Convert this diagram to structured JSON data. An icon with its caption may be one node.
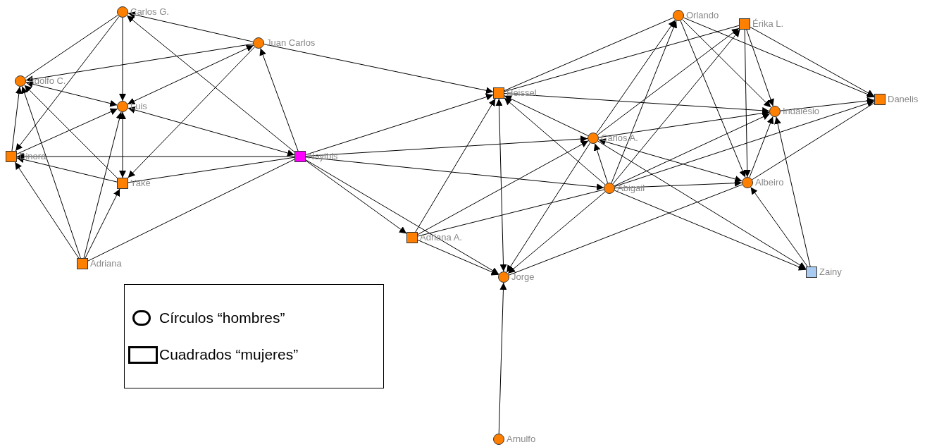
{
  "diagram": {
    "nodes": [
      {
        "text": [],
        "shape": "circle",
        "beside": [
          "Carlos G."
        ]
      },
      {
        "text": [],
        "shape": "circle",
        "beside": [
          "Juan Carlos"
        ]
      },
      {
        "text": [],
        "shape": "circle",
        "beside": [
          "Adolfo C."
        ]
      },
      {
        "text": [],
        "shape": "circle",
        "beside": [
          "Luis"
        ]
      },
      {
        "text": [],
        "shape": "box",
        "beside": [
          "Dinora"
        ]
      },
      {
        "text": [],
        "shape": "box",
        "beside": [
          "Yake"
        ]
      },
      {
        "text": [],
        "shape": "box",
        "beside": [
          "Adriana"
        ]
      },
      {
        "text": [],
        "shape": "box",
        "beside": [
          "Nayibis"
        ]
      },
      {
        "text": [],
        "shape": "box",
        "beside": [
          "Heissel"
        ]
      },
      {
        "text": [],
        "shape": "box",
        "beside": [
          "Adriana A."
        ]
      },
      {
        "text": [],
        "shape": "circle",
        "beside": [
          "Jorge"
        ]
      },
      {
        "text": [],
        "shape": "circle",
        "beside": [
          "Arnulfo"
        ]
      },
      {
        "text": [],
        "shape": "circle",
        "beside": [
          "Orlando"
        ]
      },
      {
        "text": [],
        "shape": "box",
        "beside": [
          "Érika L."
        ]
      },
      {
        "text": [],
        "shape": "box",
        "beside": [
          "Danelis"
        ]
      },
      {
        "text": [],
        "shape": "circle",
        "beside": [
          "Indalesio"
        ]
      },
      {
        "text": [],
        "shape": "circle",
        "beside": [
          "Carlos A."
        ]
      },
      {
        "text": [],
        "shape": "circle",
        "beside": [
          "Abigail"
        ]
      },
      {
        "text": [],
        "shape": "circle",
        "beside": [
          "Albeiro"
        ]
      },
      {
        "text": [],
        "shape": "box",
        "beside": [
          "Zainy"
        ]
      }
    ],
    "edges": [
      {
        "from": 0,
        "to": 3,
        "arrow": "to"
      },
      {
        "from": 0,
        "to": 2,
        "arrow": "none"
      },
      {
        "from": 0,
        "to": 4,
        "arrow": "to"
      },
      {
        "from": 1,
        "to": 0,
        "arrow": "to"
      },
      {
        "from": 7,
        "to": 0,
        "arrow": "to"
      },
      {
        "from": 1,
        "to": 2,
        "arrow": "to"
      },
      {
        "from": 3,
        "to": 1,
        "arrow": "both"
      },
      {
        "from": 1,
        "to": 5,
        "arrow": "to"
      },
      {
        "from": 7,
        "to": 1,
        "arrow": "to"
      },
      {
        "from": 1,
        "to": 8,
        "arrow": "to"
      },
      {
        "from": 2,
        "to": 3,
        "arrow": "both"
      },
      {
        "from": 7,
        "to": 3,
        "arrow": "both"
      },
      {
        "from": 4,
        "to": 3,
        "arrow": "to"
      },
      {
        "from": 4,
        "to": 2,
        "arrow": "to"
      },
      {
        "from": 7,
        "to": 4,
        "arrow": "to"
      },
      {
        "from": 5,
        "to": 4,
        "arrow": "to"
      },
      {
        "from": 5,
        "to": 2,
        "arrow": "to"
      },
      {
        "from": 3,
        "to": 5,
        "arrow": "both"
      },
      {
        "from": 6,
        "to": 4,
        "arrow": "to"
      },
      {
        "from": 6,
        "to": 2,
        "arrow": "to"
      },
      {
        "from": 6,
        "to": 3,
        "arrow": "to"
      },
      {
        "from": 6,
        "to": 5,
        "arrow": "to"
      },
      {
        "from": 6,
        "to": 7,
        "arrow": "none"
      },
      {
        "from": 7,
        "to": 5,
        "arrow": "none"
      },
      {
        "from": 7,
        "to": 8,
        "arrow": "to"
      },
      {
        "from": 7,
        "to": 16,
        "arrow": "to"
      },
      {
        "from": 7,
        "to": 17,
        "arrow": "to"
      },
      {
        "from": 7,
        "to": 9,
        "arrow": "to"
      },
      {
        "from": 7,
        "to": 10,
        "arrow": "to"
      },
      {
        "from": 9,
        "to": 8,
        "arrow": "to"
      },
      {
        "from": 9,
        "to": 10,
        "arrow": "to"
      },
      {
        "from": 9,
        "to": 16,
        "arrow": "to"
      },
      {
        "from": 9,
        "to": 17,
        "arrow": "none"
      },
      {
        "from": 8,
        "to": 10,
        "arrow": "both"
      },
      {
        "from": 16,
        "to": 8,
        "arrow": "to"
      },
      {
        "from": 17,
        "to": 8,
        "arrow": "to"
      },
      {
        "from": 8,
        "to": 15,
        "arrow": "to"
      },
      {
        "from": 16,
        "to": 10,
        "arrow": "to"
      },
      {
        "from": 17,
        "to": 10,
        "arrow": "to"
      },
      {
        "from": 18,
        "to": 10,
        "arrow": "none"
      },
      {
        "from": 12,
        "to": 8,
        "arrow": "none"
      },
      {
        "from": 13,
        "to": 8,
        "arrow": "none"
      },
      {
        "from": 16,
        "to": 12,
        "arrow": "to"
      },
      {
        "from": 17,
        "to": 12,
        "arrow": "to"
      },
      {
        "from": 16,
        "to": 13,
        "arrow": "to"
      },
      {
        "from": 17,
        "to": 13,
        "arrow": "to"
      },
      {
        "from": 12,
        "to": 15,
        "arrow": "to"
      },
      {
        "from": 12,
        "to": 18,
        "arrow": "to"
      },
      {
        "from": 12,
        "to": 14,
        "arrow": "to"
      },
      {
        "from": 13,
        "to": 15,
        "arrow": "to"
      },
      {
        "from": 13,
        "to": 18,
        "arrow": "to"
      },
      {
        "from": 13,
        "to": 14,
        "arrow": "to"
      },
      {
        "from": 15,
        "to": 14,
        "arrow": "to"
      },
      {
        "from": 16,
        "to": 15,
        "arrow": "to"
      },
      {
        "from": 16,
        "to": 18,
        "arrow": "both"
      },
      {
        "from": 17,
        "to": 16,
        "arrow": "to"
      },
      {
        "from": 17,
        "to": 18,
        "arrow": "to"
      },
      {
        "from": 17,
        "to": 15,
        "arrow": "to"
      },
      {
        "from": 17,
        "to": 14,
        "arrow": "to"
      },
      {
        "from": 18,
        "to": 15,
        "arrow": "to"
      },
      {
        "from": 18,
        "to": 14,
        "arrow": "none"
      },
      {
        "from": 19,
        "to": 15,
        "arrow": "to"
      },
      {
        "from": 19,
        "to": 18,
        "arrow": "to"
      },
      {
        "from": 17,
        "to": 19,
        "arrow": "to"
      },
      {
        "from": 16,
        "to": 19,
        "arrow": "to"
      },
      {
        "from": 11,
        "to": 10,
        "arrow": "to"
      }
    ],
    "legend": [
      {
        "text": "Círculos “hombres”"
      },
      {
        "text": "Cuadrados “mujeres”"
      }
    ]
  }
}
